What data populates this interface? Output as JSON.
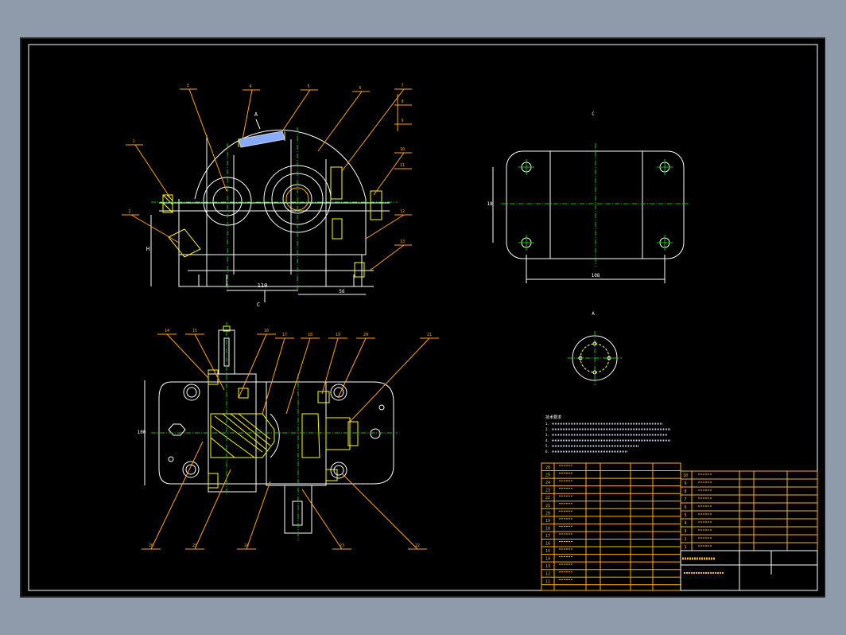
{
  "colors": {
    "background": "#8f9aab",
    "sheet": "#000000",
    "frame": "#ffffff",
    "centerline": "#00c800",
    "leader": "#ffa500",
    "table": "#ffb400",
    "hatch": "#ffff00",
    "part": "#ffffff",
    "highlight": "#00ffff",
    "accent": "#ff3030"
  },
  "views": {
    "front": {
      "view_label": "A",
      "section_label": "C",
      "callouts": [
        "1",
        "2",
        "3",
        "4",
        "5",
        "6",
        "7",
        "8",
        "9",
        "10",
        "11",
        "12",
        "13"
      ],
      "dims": {
        "height": "H",
        "center_distance": "110",
        "shaft_height": "56"
      }
    },
    "top": {
      "callouts": [
        "14",
        "15",
        "16",
        "17",
        "18",
        "19",
        "20",
        "21",
        "22",
        "23",
        "24",
        "25",
        "26"
      ],
      "dims": {
        "width": "100"
      }
    },
    "side": {
      "view_label": "C",
      "dims": {
        "height": "18",
        "length": "108"
      }
    },
    "detail": {
      "view_label": "A"
    }
  },
  "notes": {
    "title": "技术要求",
    "lines": [
      "1.",
      "2.",
      "3.",
      "4.",
      "5.",
      "6."
    ]
  },
  "parts_table": {
    "left_rows": [
      "26",
      "25",
      "24",
      "23",
      "22",
      "21",
      "20",
      "19",
      "18",
      "17",
      "16",
      "15",
      "14",
      "13",
      "12",
      "11"
    ],
    "right_rows": [
      "10",
      "9",
      "8",
      "7",
      "6",
      "5",
      "4",
      "3",
      "2",
      "1"
    ]
  }
}
